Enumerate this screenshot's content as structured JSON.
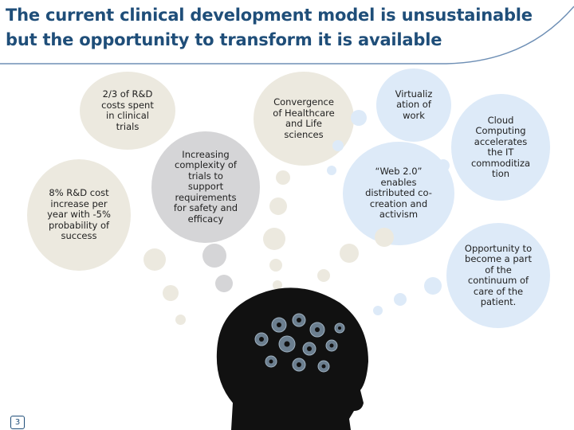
{
  "slide": {
    "title_line1": "The current clinical development model is unsustainable",
    "title_line2": "but the opportunity to transform it is available",
    "page_number": "3"
  },
  "bubbles": {
    "rd_costs": [
      "2/3 of R&D",
      "costs spent",
      "in clinical",
      "trials"
    ],
    "rd_increase": [
      "8% R&D cost",
      "increase per",
      "year with -5%",
      "probability of",
      "success"
    ],
    "complexity": [
      "Increasing",
      "complexity of",
      "trials to",
      "support",
      "requirements",
      "for safety and",
      "efficacy"
    ],
    "convergence": [
      "Convergence",
      "of Healthcare",
      "and Life",
      "sciences"
    ],
    "virtualization": [
      "Virtualiz",
      "ation of",
      "work"
    ],
    "web2": [
      "“Web 2.0”",
      "enables",
      "distributed co-",
      "creation and",
      "activism"
    ],
    "cloud": [
      "Cloud",
      "Computing",
      "accelerates",
      "the IT",
      "commoditiza",
      "tion"
    ],
    "opportunity": [
      "Opportunity to",
      "become a part",
      "of the",
      "continuum of",
      "care of the",
      "patient."
    ]
  },
  "colors": {
    "title": "#1f4e79",
    "beige_bubble": "#ece9df",
    "grey_bubble": "#d5d5d7",
    "blue_bubble": "#ddeaf8",
    "head_silhouette": "#111111"
  },
  "icons": {
    "head": "human-head-with-gears-icon",
    "gears": "gear-icon"
  }
}
